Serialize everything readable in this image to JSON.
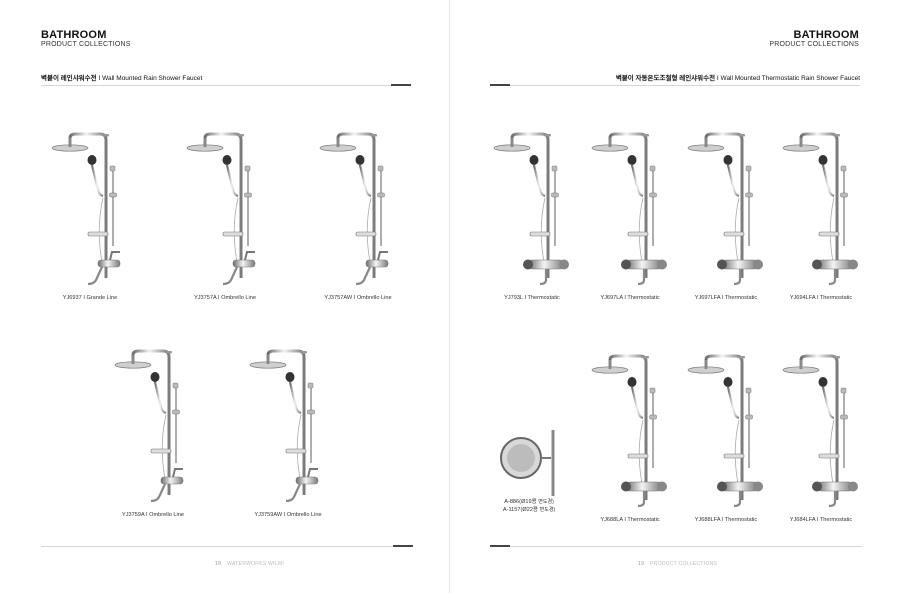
{
  "left": {
    "brand": "BATHROOM",
    "brand_sub": "PRODUCT COLLECTIONS",
    "section_ko": "벽붙이 레인샤워수전",
    "section_en": "Wall Mounted Rain Shower Faucet",
    "products": [
      {
        "code": "YJ6937",
        "line": "Grande Line"
      },
      {
        "code": "YJ3757A",
        "line": "Ombrello Line"
      },
      {
        "code": "YJ3757AW",
        "line": "Ombrello Line"
      },
      {
        "code": "YJ3759A",
        "line": "Ombrello Line"
      },
      {
        "code": "YJ3759AW",
        "line": "Ombrello Line"
      }
    ],
    "footer_num": "18",
    "footer_text": "WATERWORKS WILMI"
  },
  "right": {
    "brand": "BATHROOM",
    "brand_sub": "PRODUCT COLLECTIONS",
    "section_ko": "벽붙이 자동온도조절형 레인샤워수전",
    "section_en": "Wall Mounted Thermostatic Rain Shower Faucet",
    "products": [
      {
        "code": "YJ793L",
        "line": "Thermostatic"
      },
      {
        "code": "YJ697LA",
        "line": "Thermostatic"
      },
      {
        "code": "YJ697LFA",
        "line": "Thermostatic"
      },
      {
        "code": "YJ694LFA",
        "line": "Thermostatic"
      },
      {
        "code": "YJ688LA",
        "line": "Thermostatic"
      },
      {
        "code": "YJ688LFA",
        "line": "Thermostatic"
      },
      {
        "code": "YJ684LFA",
        "line": "Thermostatic"
      }
    ],
    "accessory": {
      "line1_code": "A-886(Ø19용",
      "line1_ko": "면도경)",
      "line2_code": "A-1157(Ø22용",
      "line2_ko": "면도경)"
    },
    "footer_num": "19",
    "footer_text": "PRODUCT COLLECTIONS"
  },
  "separator": "I"
}
